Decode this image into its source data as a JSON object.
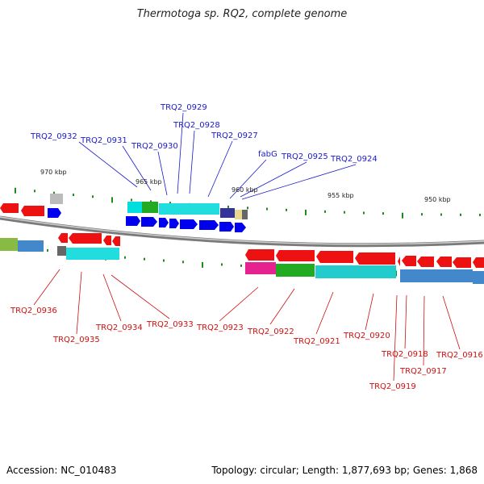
{
  "title": "Thermotoga sp. RQ2, complete genome",
  "footer": {
    "accession": "Accession: NC_010483",
    "topology": "Topology: circular; Length: 1,877,693 bp; Genes: 1,868"
  },
  "scale_labels": [
    "970 kbp",
    "965 kbp",
    "960 kbp",
    "955 kbp",
    "950 kbp"
  ],
  "colors": {
    "top_label": "#1a1acc",
    "bottom_label": "#cc1111",
    "forward_gene": "#0000ee",
    "reverse_gene": "#ee1111",
    "backbone": "#888888",
    "tick": "#1e8a1e"
  },
  "top_labels": [
    "TRQ2_0929",
    "TRQ2_0928",
    "TRQ2_0932",
    "TRQ2_0931",
    "TRQ2_0930",
    "TRQ2_0927",
    "fabG",
    "TRQ2_0925",
    "TRQ2_0924"
  ],
  "bottom_labels": [
    "TRQ2_0936",
    "TRQ2_0935",
    "TRQ2_0934",
    "TRQ2_0933",
    "TRQ2_0923",
    "TRQ2_0922",
    "TRQ2_0921",
    "TRQ2_0920",
    "TRQ2_0918",
    "TRQ2_0917",
    "TRQ2_0919",
    "TRQ2_0916"
  ]
}
